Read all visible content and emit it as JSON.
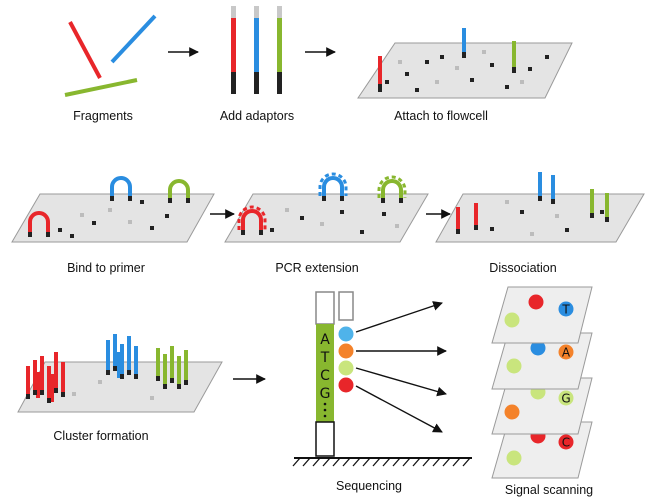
{
  "steps": {
    "fragments": "Fragments",
    "add_adaptors": "Add adaptors",
    "attach": "Attach to flowcell",
    "bind": "Bind to primer",
    "pcr": "PCR extension",
    "dissociation": "Dissociation",
    "cluster": "Cluster formation",
    "sequencing": "Sequencing",
    "signal": "Signal scanning"
  },
  "sequence_bases": [
    "A",
    "T",
    "C",
    "G"
  ],
  "ellipsis": "·\n·\n·",
  "signal_letters": [
    "T",
    "A",
    "G",
    "C"
  ],
  "colors": {
    "red": "#e8262a",
    "blue": "#2a8de0",
    "green": "#88b72f",
    "orange": "#f4822a",
    "light_green": "#c9e57d",
    "sky": "#4fb3ea",
    "plate": "#e4e4e4",
    "plate_edge": "#9a9a9a"
  }
}
